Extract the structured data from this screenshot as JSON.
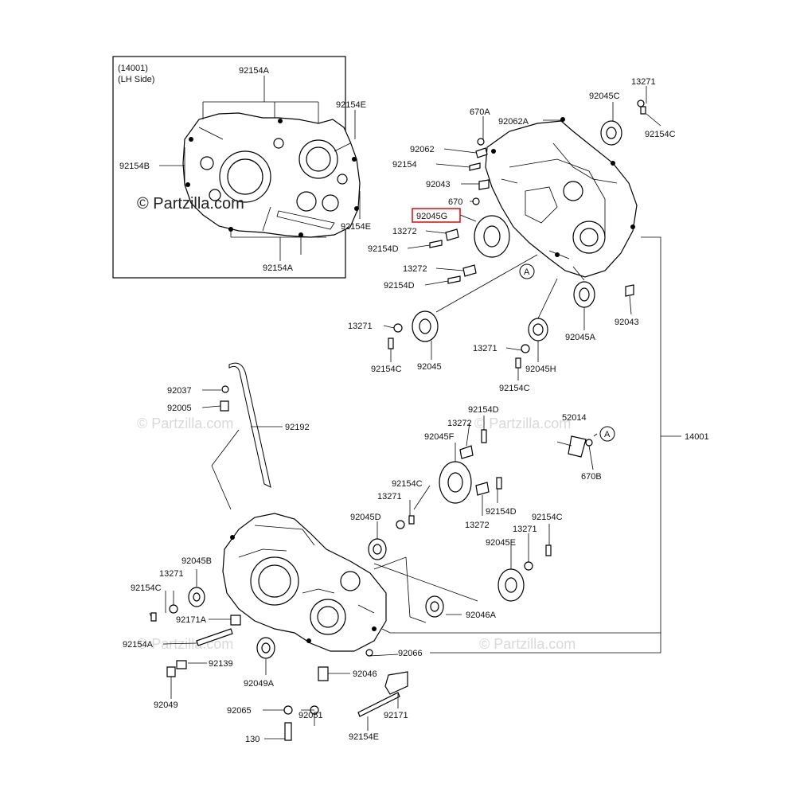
{
  "diagram": {
    "inset": {
      "header_line1": "(14001)",
      "header_line2": "(LH Side)",
      "labels": {
        "top_a": "92154A",
        "top_e": "92154E",
        "left_b": "92154B",
        "right_e": "92154E",
        "bottom_a": "92154A"
      },
      "watermark": "© Partzilla.com"
    },
    "watermarks": {
      "upper_mid": "© Partzilla.com",
      "mid_right": "© Partzilla.com",
      "low_left": "© Partzilla.com",
      "low_right": "© Partzilla.com"
    },
    "labels": {
      "p13271_tr": "13271",
      "p92045C_tr": "92045C",
      "p92154C_tr": "92154C",
      "p670A": "670A",
      "p92062A": "92062A",
      "p92062": "92062",
      "p92154": "92154",
      "p92043_top": "92043",
      "p670": "670",
      "p92045G": "92045G",
      "p13272_a": "13272",
      "p92154D_a": "92154D",
      "p13272_b": "13272",
      "p92154D_b": "92154D",
      "p13271_mid": "13271",
      "p92154C_mid": "92154C",
      "p92045_mid": "92045",
      "p92045A": "92045A",
      "p92043_right": "92043",
      "p13271_h": "13271",
      "p92045H": "92045H",
      "p92154C_h": "92154C",
      "p92037": "92037",
      "p92005": "92005",
      "p92192": "92192",
      "p92154D_c": "92154D",
      "p13272_c": "13272",
      "p92045F": "92045F",
      "p52014": "52014",
      "p14001": "14001",
      "p670B": "670B",
      "p92154C_d": "92154C",
      "p13271_d": "13271",
      "p92154D_d": "92154D",
      "p13272_d": "13272",
      "p92045D": "92045D",
      "p92154C_e": "92154C",
      "p13271_e": "13271",
      "p92045E": "92045E",
      "p92045B": "92045B",
      "p13271_b": "13271",
      "p92154C_b": "92154C",
      "p92171A": "92171A",
      "p92154A": "92154A",
      "p92139": "92139",
      "p92046A": "92046A",
      "p92066": "92066",
      "p92049A": "92049A",
      "p92046": "92046",
      "p92049": "92049",
      "p92065": "92065",
      "p92051": "92051",
      "p92171": "92171",
      "p130": "130",
      "p92154E": "92154E"
    },
    "callouts": {
      "ref_a1": "A",
      "ref_a2": "A"
    },
    "highlight_color": "#e8141c"
  }
}
